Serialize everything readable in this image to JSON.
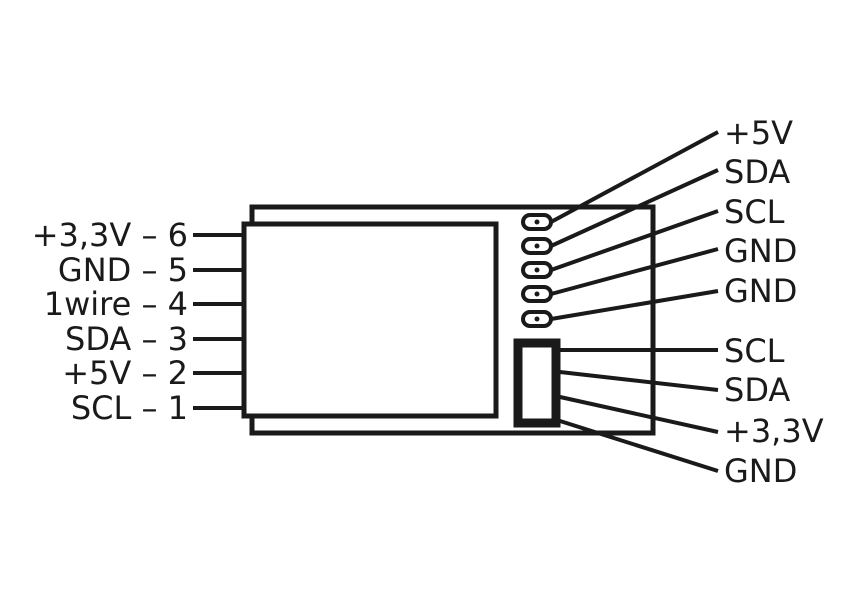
{
  "diagram": {
    "colors": {
      "stroke": "#1a1a1a",
      "background": "#ffffff"
    },
    "left_pins": [
      {
        "label": "+3,3V – 6",
        "signal": "+3,3V",
        "number": "6"
      },
      {
        "label": "GND – 5",
        "signal": "GND",
        "number": "5"
      },
      {
        "label": "1wire – 4",
        "signal": "1wire",
        "number": "4"
      },
      {
        "label": "SDA – 3",
        "signal": "SDA",
        "number": "3"
      },
      {
        "label": "+5V – 2",
        "signal": "+5V",
        "number": "2"
      },
      {
        "label": "SCL – 1",
        "signal": "SCL",
        "number": "1"
      }
    ],
    "pad_header_pins": [
      {
        "label": "+5V"
      },
      {
        "label": "SDA"
      },
      {
        "label": "SCL"
      },
      {
        "label": "GND"
      },
      {
        "label": "GND"
      }
    ],
    "connector_pins": [
      {
        "label": "SCL"
      },
      {
        "label": "SDA"
      },
      {
        "label": "+3,3V"
      },
      {
        "label": "GND"
      }
    ]
  }
}
